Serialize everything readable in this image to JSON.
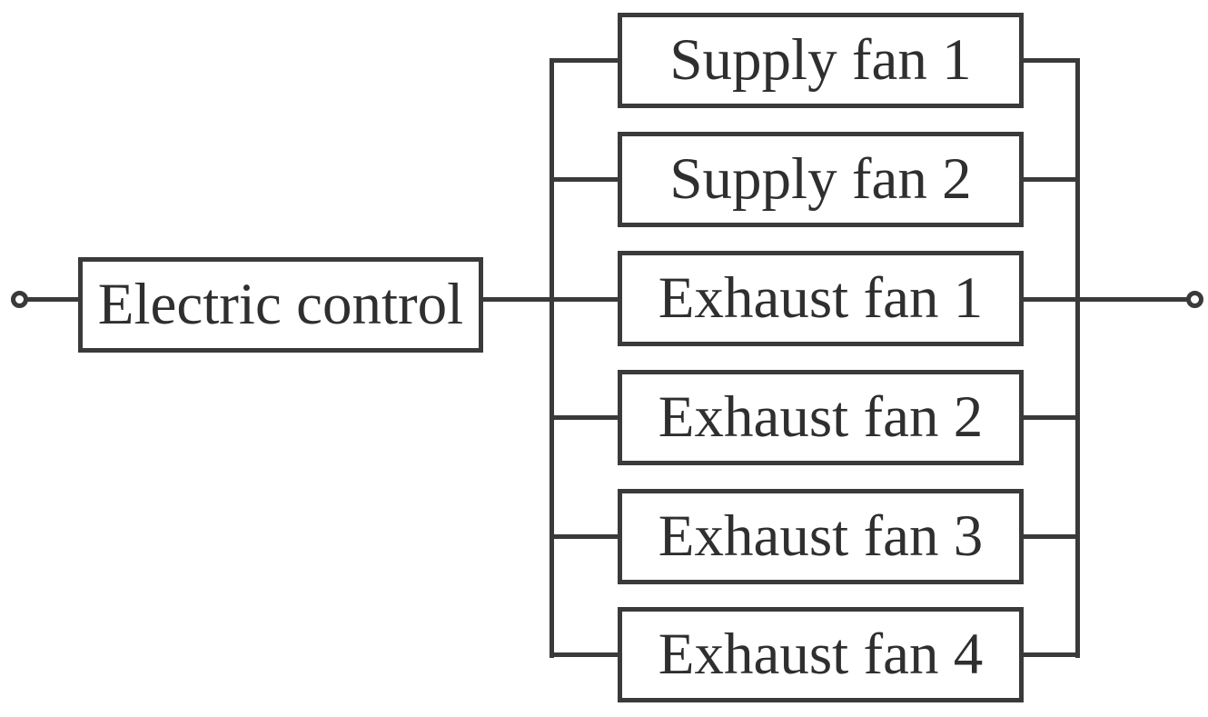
{
  "diagram": {
    "type": "reliability-block-diagram",
    "series_block": {
      "label": "Electric control"
    },
    "parallel_branches": [
      {
        "label": "Supply fan 1"
      },
      {
        "label": "Supply fan 2"
      },
      {
        "label": "Exhaust fan 1"
      },
      {
        "label": "Exhaust fan 2"
      },
      {
        "label": "Exhaust fan 3"
      },
      {
        "label": "Exhaust fan 4"
      }
    ],
    "colors": {
      "line": "#3a3a3a",
      "text": "#2f2f2f",
      "background": "#ffffff"
    }
  }
}
